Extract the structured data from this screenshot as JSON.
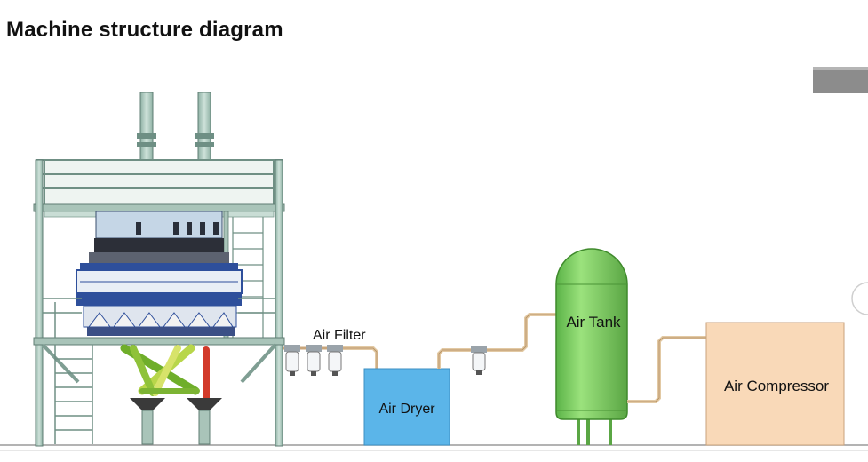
{
  "title": "Machine structure diagram",
  "labels": {
    "air_filter": "Air Filter",
    "air_dryer": "Air Dryer",
    "air_tank": "Air Tank",
    "air_compressor": "Air Compressor"
  },
  "colors": {
    "frame": "#a9c4b9",
    "frame_stroke": "#5f7d73",
    "dryer": "#5bb5e9",
    "tank": "#7fcf5b",
    "tank_stroke": "#3f8a2c",
    "compressor": "#f9d9b8",
    "pipe": "#e2c9a4",
    "machine_blue": "#2e4f9b",
    "chute_green": "#9cc83a",
    "chute_red": "#d23a2a"
  }
}
